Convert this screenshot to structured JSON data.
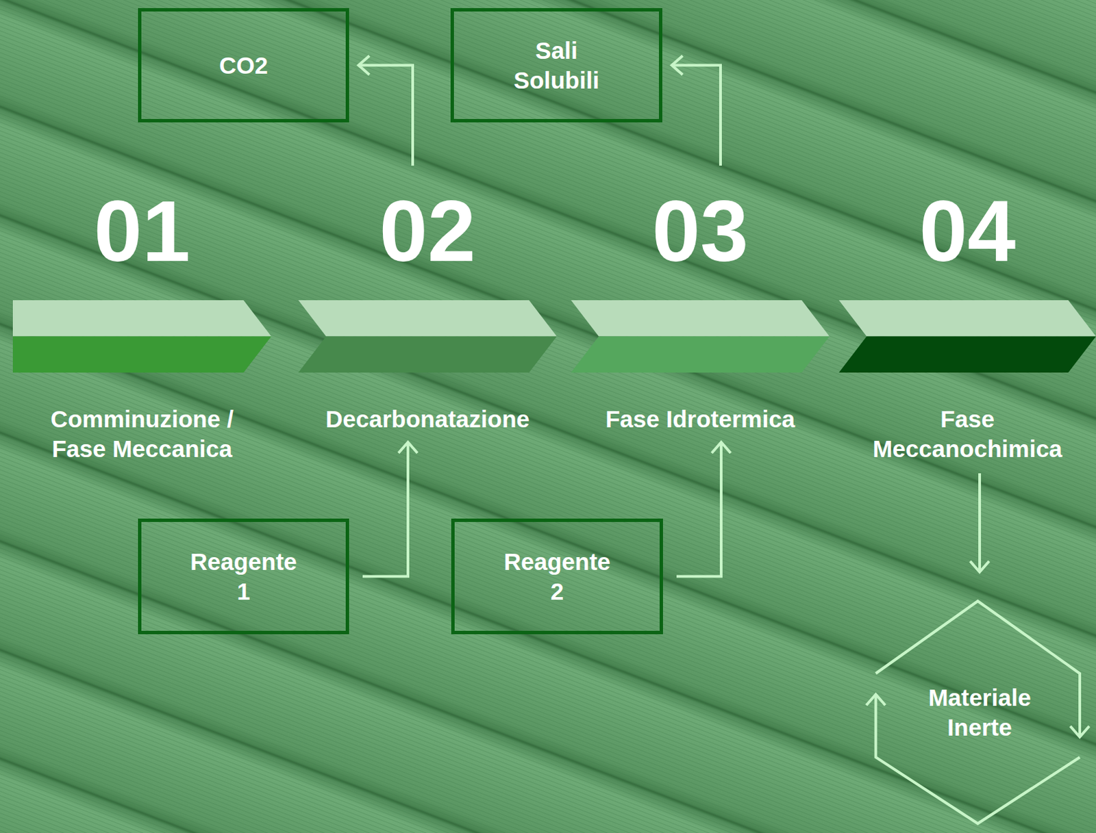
{
  "diagram": {
    "nodes": [
      {
        "text": [
          "CO2"
        ]
      },
      {
        "text": [
          "Sali Solubili"
        ]
      },
      {
        "text": [
          "01",
          "Comminuzione / Fase Meccanica"
        ]
      },
      {
        "text": [
          "02",
          "Decarbonatazione"
        ]
      },
      {
        "text": [
          "03",
          "Fase Idrotermica"
        ]
      },
      {
        "text": [
          "04",
          "Fase Meccanochimica"
        ]
      },
      {
        "text": [
          "Reagente 1"
        ]
      },
      {
        "text": [
          "Reagente 2"
        ]
      },
      {
        "text": [
          "Materiale Inerte"
        ]
      }
    ],
    "edges": [
      {
        "from": 3,
        "to": 0,
        "arrow": "to"
      },
      {
        "from": 4,
        "to": 1,
        "arrow": "to"
      },
      {
        "from": 6,
        "to": 3,
        "arrow": "to"
      },
      {
        "from": 7,
        "to": 4,
        "arrow": "to"
      },
      {
        "from": 5,
        "to": 8,
        "arrow": "to"
      }
    ]
  }
}
